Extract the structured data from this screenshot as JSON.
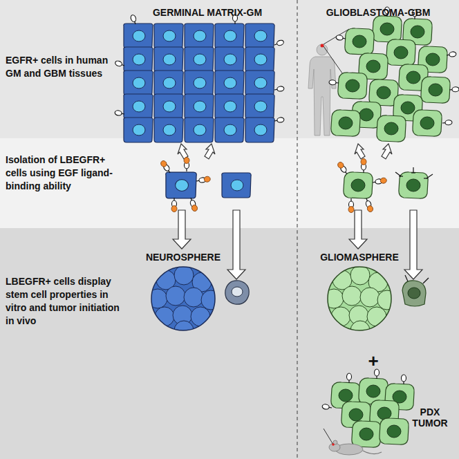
{
  "diagram": {
    "nodes": [
      {
        "text": [
          "EGFR+ cells in human GM and GBM tissues"
        ]
      },
      {
        "text": [
          "Isolation of LBEGFR+ cells using EGF ligand-binding ability"
        ]
      },
      {
        "text": [
          "LBEGFR+ cells display stem cell properties in vitro and tumor initiation in vivo"
        ]
      }
    ],
    "labels": [
      "GERMINAL MATRIX-GM",
      "GLIOBLASTOMA-GBM",
      "NEUROSPHERE",
      "GLIOMASPHERE",
      "+",
      "PDX TUMOR"
    ]
  }
}
